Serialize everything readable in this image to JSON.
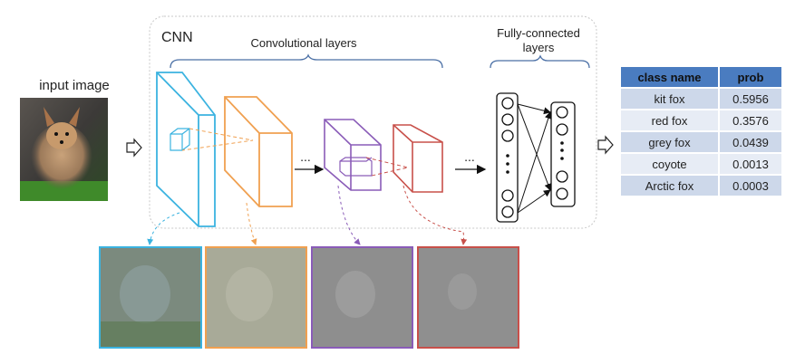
{
  "input": {
    "label": "input image"
  },
  "cnn": {
    "title": "CNN",
    "conv_label": "Convolutional layers",
    "fc_label_line1": "Fully-connected",
    "fc_label_line2": "layers",
    "ellipsis": "..."
  },
  "colors": {
    "layer1": "#3bb3e0",
    "layer2": "#f0a050",
    "layer3": "#8a5cb8",
    "layer4": "#c8504a",
    "table_header": "#4a7cc0"
  },
  "table": {
    "headers": [
      "class name",
      "prob"
    ],
    "rows": [
      {
        "name": "kit fox",
        "prob": "0.5956"
      },
      {
        "name": "red fox",
        "prob": "0.3576"
      },
      {
        "name": "grey fox",
        "prob": "0.0439"
      },
      {
        "name": "coyote",
        "prob": "0.0013"
      },
      {
        "name": "Arctic fox",
        "prob": "0.0003"
      }
    ]
  }
}
